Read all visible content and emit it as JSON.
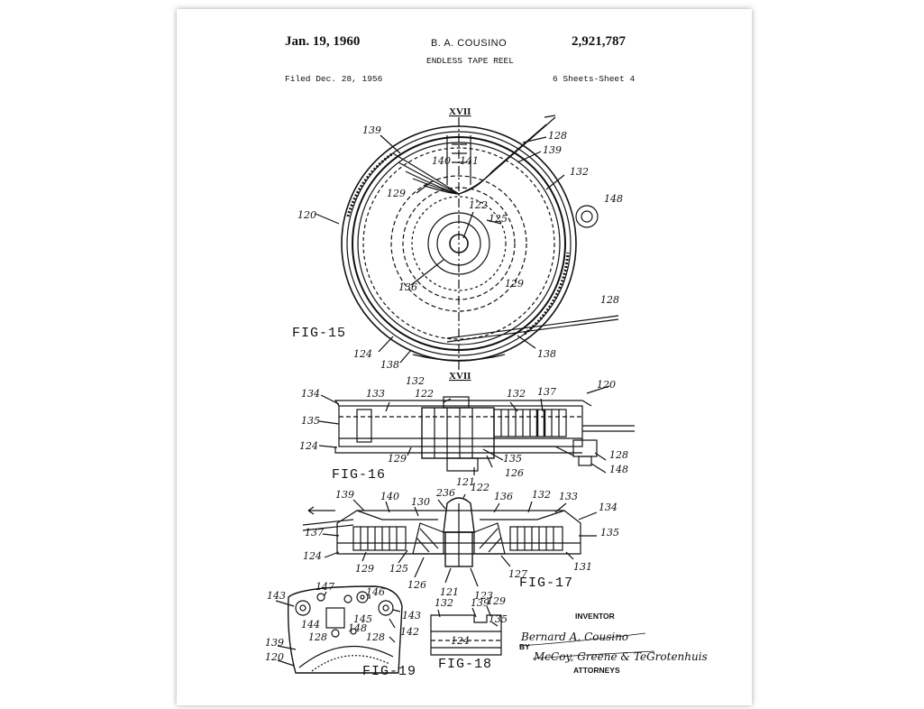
{
  "header": {
    "date": "Jan. 19, 1960",
    "inventor_name": "B. A. COUSINO",
    "patent_number": "2,921,787",
    "title": "ENDLESS TAPE REEL",
    "filed": "Filed Dec. 28, 1956",
    "sheets": "6 Sheets-Sheet 4"
  },
  "figures": {
    "fig15": "FIG-15",
    "fig16": "FIG-16",
    "fig17": "FIG-17",
    "fig18": "FIG-18",
    "fig19": "FIG-19"
  },
  "section_marks": {
    "top": "XVII",
    "bottom": "XVII"
  },
  "labels": {
    "l139": "139",
    "l128": "128",
    "l140": "140",
    "l141": "141",
    "l132": "132",
    "l148": "148",
    "l120": "120",
    "l122": "122",
    "l125": "125",
    "l129": "129",
    "l136": "136",
    "l124": "124",
    "l138": "138",
    "l134": "134",
    "l133": "133",
    "l137": "137",
    "l135": "135",
    "l121": "121",
    "l126": "126",
    "l130": "130",
    "l236": "236",
    "l123": "123",
    "l127": "127",
    "l131": "131",
    "l143": "143",
    "l147": "147",
    "l146": "146",
    "l145": "145",
    "l144": "144",
    "l142": "142"
  },
  "signature_block": {
    "inventor_label": "INVENTOR",
    "inventor_signature": "Bernard A. Cousino",
    "by": "BY",
    "attorneys_signature": "McCoy, Greene & TeGrotenhuis",
    "attorneys_label": "ATTORNEYS"
  },
  "colors": {
    "ink": "#111111",
    "paper": "#ffffff"
  }
}
